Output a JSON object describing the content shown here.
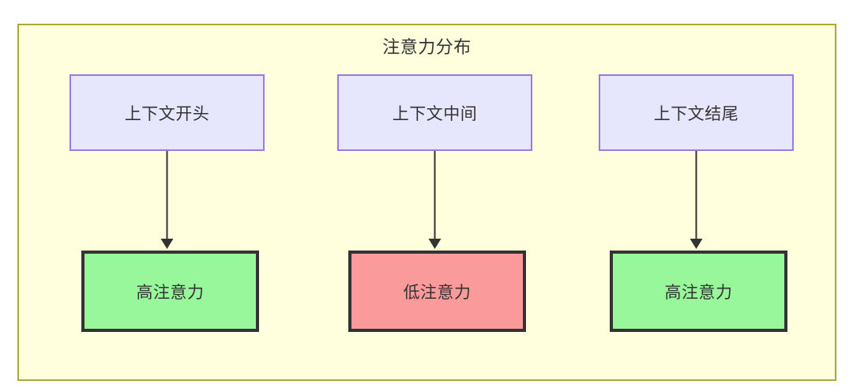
{
  "diagram": {
    "title": "注意力分布",
    "background_color": "#ffffdd",
    "border_color": "#aaaa33",
    "text_color": "#333333",
    "columns": [
      {
        "id": "start",
        "context": {
          "label": "上下文开头",
          "fill": "#e6e6fc",
          "stroke": "#9d79e3"
        },
        "attention": {
          "label": "高注意力",
          "fill": "#97f79a",
          "stroke": "#333333",
          "level": "high"
        },
        "edge": {
          "arrow": "down-arrow",
          "color": "#333333"
        }
      },
      {
        "id": "middle",
        "context": {
          "label": "上下文中间",
          "fill": "#e6e6fc",
          "stroke": "#9d79e3"
        },
        "attention": {
          "label": "低注意力",
          "fill": "#fa9a9a",
          "stroke": "#333333",
          "level": "low"
        },
        "edge": {
          "arrow": "down-arrow",
          "color": "#333333"
        }
      },
      {
        "id": "end",
        "context": {
          "label": "上下文结尾",
          "fill": "#e6e6fc",
          "stroke": "#9d79e3"
        },
        "attention": {
          "label": "高注意力",
          "fill": "#97f79a",
          "stroke": "#333333",
          "level": "high"
        },
        "edge": {
          "arrow": "down-arrow",
          "color": "#333333"
        }
      }
    ]
  }
}
